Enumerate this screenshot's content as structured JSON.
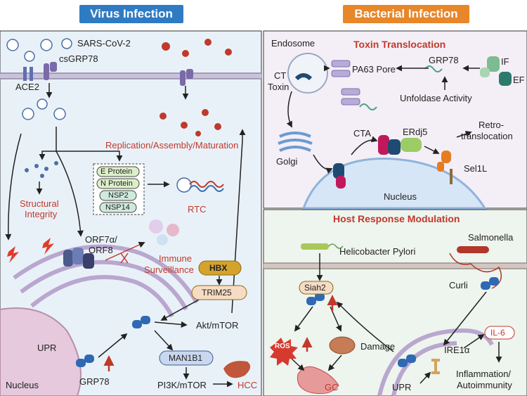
{
  "headers": {
    "virus": "Virus Infection",
    "bacterial": "Bacterial Infection"
  },
  "colors": {
    "virus_header": "#2e7bc4",
    "bacterial_header": "#e8862a",
    "accent_red": "#c0392b",
    "virus_bg": "#e9f1f8",
    "toxin_bg": "#f4eef6",
    "host_bg": "#eef4ee",
    "nucleus": "#e6c9dc"
  },
  "virus": {
    "sars": "SARS-CoV-2",
    "csgrp78": "csGRP78",
    "ace2": "ACE2",
    "replication": "Replication/Assembly/Maturation",
    "structural": [
      "Structural",
      "Integrity"
    ],
    "proteins": [
      "E Protein",
      "N Protein",
      "NSP2",
      "NSP14"
    ],
    "rtc": "RTC",
    "orf": [
      "ORF7α/",
      "ORF8"
    ],
    "immune": [
      "Immune",
      "Surveillance"
    ],
    "hbx": "HBX",
    "trim25": "TRIM25",
    "akt": "Akt/mTOR",
    "upr": "UPR",
    "man1b1": "MAN1B1",
    "pi3k": "PI3K/mTOR",
    "hcc": "HCC",
    "grp78": "GRP78",
    "nucleus": "Nucleus"
  },
  "toxin": {
    "title": "Toxin Translocation",
    "endosome": "Endosome",
    "ct_toxin": [
      "CT",
      "Toxin"
    ],
    "pa63": "PA63 Pore",
    "grp78": "GRP78",
    "if": "IF",
    "ef": "EF",
    "unfoldase": "Unfoldase Activity",
    "golgi": "Golgi",
    "cta": "CTA",
    "erdj5": "ERdj5",
    "retro": [
      "Retro-",
      "translocation"
    ],
    "sel1l": "Sel1L",
    "nucleus": "Nucleus"
  },
  "host": {
    "title": "Host Response Modulation",
    "salmonella": "Salmonella",
    "helicobacter": "Helicobacter Pylori",
    "siah2": "Siah2",
    "curli": "Curli",
    "il6": "IL-6",
    "ire1a": "IRE1α",
    "ros": "ROS",
    "damage": "Damage",
    "inflammation": [
      "Inflammation/",
      "Autoimmunity"
    ],
    "gc": "GC",
    "upr": "UPR"
  }
}
